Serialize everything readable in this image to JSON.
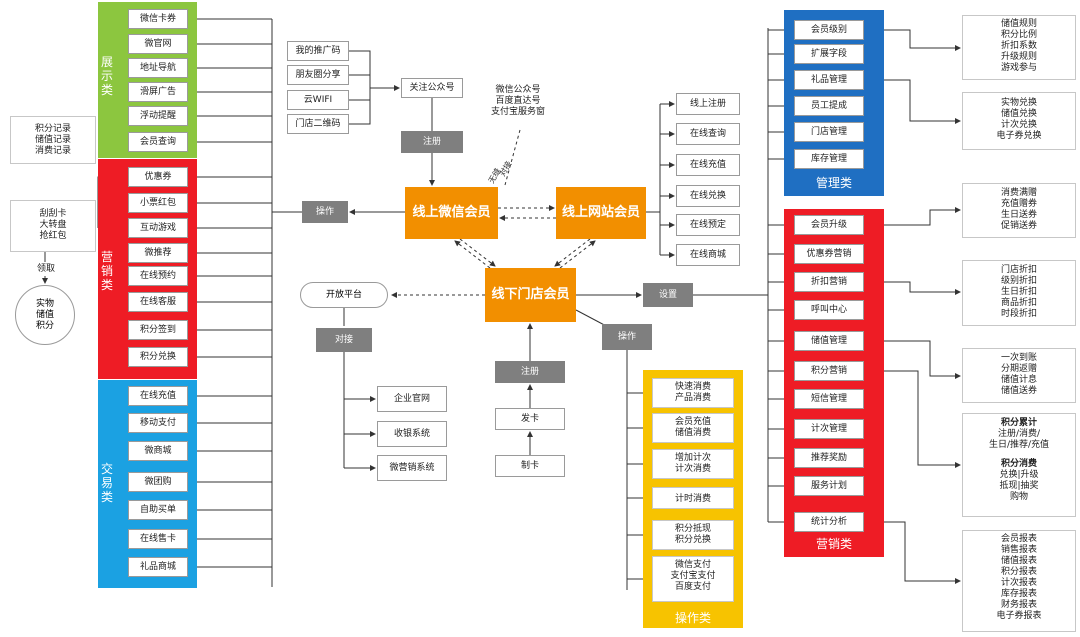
{
  "display": {
    "label": "展示类",
    "items": [
      "微信卡券",
      "微官网",
      "地址导航",
      "滑屏广告",
      "浮动提醒",
      "会员查询"
    ]
  },
  "marketing_left": {
    "label": "营销类",
    "items": [
      "优惠券",
      "小票红包",
      "互动游戏",
      "微推荐",
      "在线预约",
      "在线客服",
      "积分签到",
      "积分兑换"
    ]
  },
  "trade": {
    "label": "交易类",
    "items": [
      "在线充值",
      "移动支付",
      "微商城",
      "微团购",
      "自助买单",
      "在线售卡",
      "礼品商城"
    ]
  },
  "left_records": [
    "积分记录",
    "储值记录",
    "消费记录"
  ],
  "left_games": [
    "刮刮卡",
    "大转盘",
    "抢红包"
  ],
  "left_get": "领取",
  "left_circle": [
    "实物",
    "储值",
    "积分"
  ],
  "channels": [
    "我的推广码",
    "朋友圈分享",
    "云WIFI",
    "门店二维码"
  ],
  "follow": "关注公众号",
  "register_top": "注册",
  "wechat_accounts": [
    "微信公众号",
    "百度直达号",
    "支付宝服务窗"
  ],
  "wechat_member": "线上微信会员",
  "web_member": "线上网站会员",
  "store_member": "线下门店会员",
  "link_tags": [
    "无缝",
    "对接"
  ],
  "operate_left": "操作",
  "online_items": [
    "线上注册",
    "在线查询",
    "在线充值",
    "在线兑换",
    "在线预定",
    "在线商城"
  ],
  "open_platform": "开放平台",
  "dock": "对接",
  "systems": [
    "企业官网",
    "收银系统",
    "微营销系统"
  ],
  "register_bottom": "注册",
  "issue_card": "发卡",
  "make_card": "制卡",
  "operate_center": "操作",
  "setup": "设置",
  "ops": {
    "label": "操作类",
    "items": [
      [
        "快速消费",
        "产品消费"
      ],
      [
        "会员充值",
        "储值消费"
      ],
      [
        "增加计次",
        "计次消费"
      ],
      [
        "计时消费"
      ],
      [
        "积分抵现",
        "积分兑换"
      ],
      [
        "微信支付",
        "支付宝支付",
        "百度支付"
      ]
    ]
  },
  "management": {
    "label": "管理类",
    "items": [
      "会员级别",
      "扩展字段",
      "礼品管理",
      "员工提成",
      "门店管理",
      "库存管理"
    ]
  },
  "marketing_right": {
    "label": "营销类",
    "items": [
      "会员升级",
      "优惠券营销",
      "折扣营销",
      "呼叫中心",
      "储值管理",
      "积分营销",
      "短信管理",
      "计次管理",
      "推荐奖励",
      "服务计划",
      "统计分析"
    ]
  },
  "right_rules": [
    "储值规则",
    "积分比例",
    "折扣系数",
    "升级规则",
    "游戏参与"
  ],
  "right_redeem": [
    "实物兑换",
    "储值兑换",
    "计次兑换",
    "电子券兑换"
  ],
  "right_gifts": [
    "消费满赠",
    "充值赠券",
    "生日送券",
    "促销送券"
  ],
  "right_discounts": [
    "门店折扣",
    "级别折扣",
    "生日折扣",
    "商品折扣",
    "时段折扣"
  ],
  "right_stored": [
    "一次到账",
    "分期返赠",
    "储值计息",
    "储值送券"
  ],
  "right_points": {
    "accum_title": "积分累计",
    "accum_lines": [
      "注册/消费/",
      "生日/推荐/充值"
    ],
    "spend_title": "积分消费",
    "spend_lines": [
      "兑换|升级",
      "抵现|抽奖",
      "购物"
    ]
  },
  "right_reports": [
    "会员报表",
    "销售报表",
    "储值报表",
    "积分报表",
    "计次报表",
    "库存报表",
    "财务报表",
    "电子券报表"
  ],
  "colors": {
    "display": "#8cc63f",
    "marketing": "#ee1c25",
    "trade": "#1ba1e2",
    "management": "#1f6fc2",
    "operations": "#f7c300",
    "hub": "#f28f00",
    "gray_box": "#7f7f7f",
    "line": "#333333"
  }
}
